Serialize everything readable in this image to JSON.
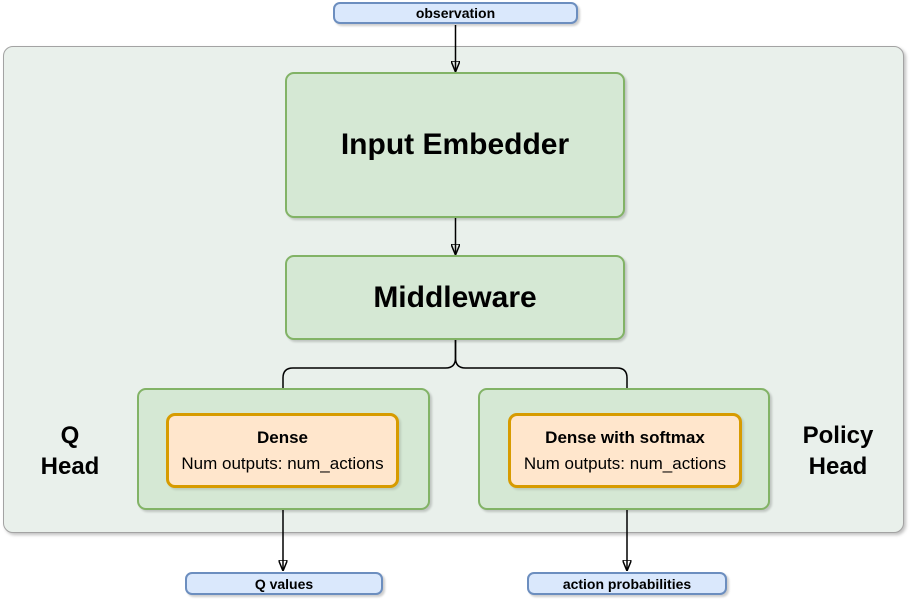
{
  "nodes": {
    "observation": "observation",
    "input_embedder": "Input Embedder",
    "middleware": "Middleware"
  },
  "q_head": {
    "label_line1": "Q",
    "label_line2": "Head",
    "dense_title": "Dense",
    "dense_subtitle": "Num outputs: num_actions",
    "output": "Q values"
  },
  "policy_head": {
    "label_line1": "Policy",
    "label_line2": "Head",
    "dense_title": "Dense with softmax",
    "dense_subtitle": "Num outputs: num_actions",
    "output": "action probabilities"
  },
  "colors": {
    "blue_fill": "#dae8fc",
    "blue_stroke": "#6c8ebf",
    "green_fill": "#d5e8d4",
    "green_stroke": "#82b366",
    "orange_fill": "#ffe6cc",
    "orange_stroke": "#d79b00",
    "container_fill": "#e9f0eb",
    "container_stroke": "#a3a3a3",
    "arrow_color": "#000000"
  }
}
